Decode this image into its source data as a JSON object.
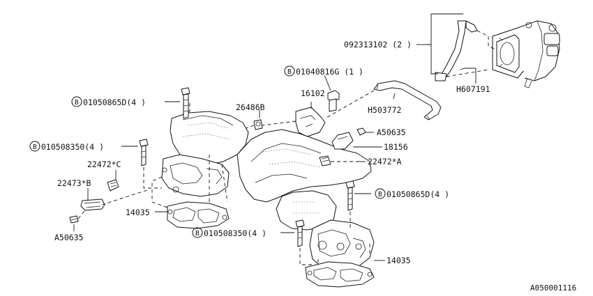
{
  "labels": {
    "hose_clamp_code": "092313102",
    "hose_clamp_qty": "(2 )",
    "hose_top": "H607191",
    "bolt_b1_code": "01040816G",
    "bolt_b1_qty": "(1 )",
    "bracket": "16102",
    "hose_mid": "H503772",
    "bolt_b2_code": "01050865D",
    "bolt_b2_qty": "(4 )",
    "stud": "26486B",
    "bolt_a_right": "A50635",
    "bolt_b3_code": "010508350",
    "bolt_b3_qty": "(4 )",
    "clip_18156": "18156",
    "harness_c": "22472*C",
    "harness_a": "22472*A",
    "harness_b": "22473*B",
    "bolt_b4_code": "01050865D",
    "bolt_b4_qty": "(4 )",
    "gasket_left": "14035",
    "bolt_a_left": "A50635",
    "bolt_b5_code": "010508350",
    "bolt_b5_qty": "(4 )",
    "gasket_right": "14035",
    "b_marker": "B"
  },
  "footer": {
    "diagram_code": "A050001116"
  }
}
